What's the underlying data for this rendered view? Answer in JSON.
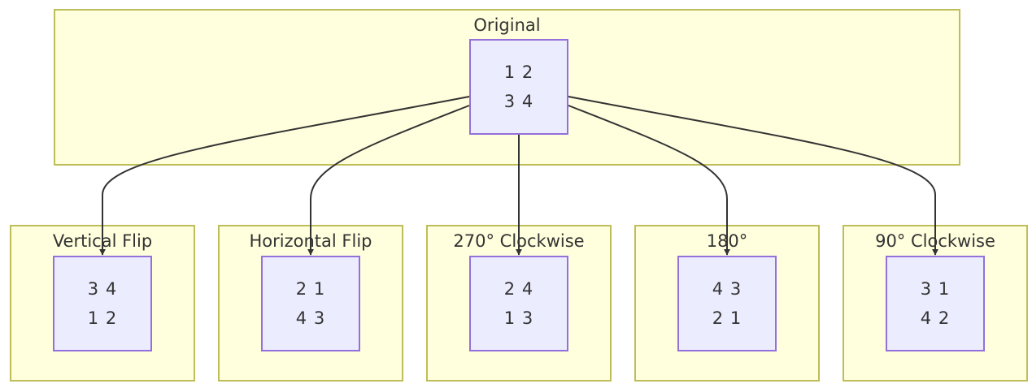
{
  "clusters": {
    "original": {
      "title": "Original",
      "line1": "1 2",
      "line2": "3 4"
    },
    "vertical_flip": {
      "title": "Vertical Flip",
      "line1": "3 4",
      "line2": "1 2"
    },
    "horizontal_flip": {
      "title": "Horizontal Flip",
      "line1": "2 1",
      "line2": "4 3"
    },
    "rot270": {
      "title": "270° Clockwise",
      "line1": "2 4",
      "line2": "1 3"
    },
    "rot180": {
      "title": "180°",
      "line1": "4 3",
      "line2": "2 1"
    },
    "rot90": {
      "title": "90° Clockwise",
      "line1": "3 1",
      "line2": "4 2"
    }
  },
  "edges": [
    {
      "from": "original",
      "to": "vertical_flip"
    },
    {
      "from": "original",
      "to": "horizontal_flip"
    },
    {
      "from": "original",
      "to": "rot270"
    },
    {
      "from": "original",
      "to": "rot180"
    },
    {
      "from": "original",
      "to": "rot90"
    }
  ],
  "colors": {
    "cluster_fill": "#ffffde",
    "cluster_border": "#bdbd5a",
    "node_fill": "#ececff",
    "node_border": "#9370db",
    "edge": "#333333",
    "text": "#333333"
  }
}
